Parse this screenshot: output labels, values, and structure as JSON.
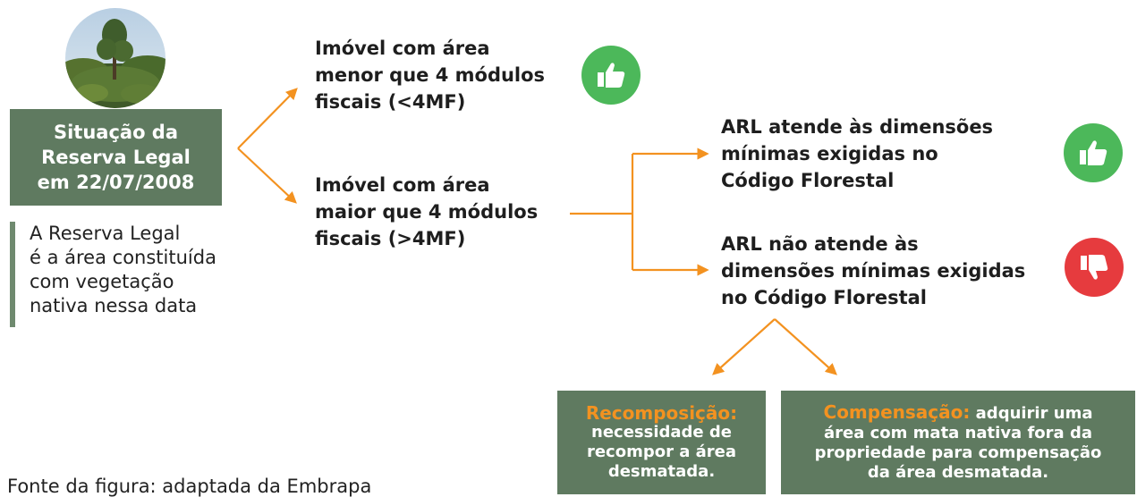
{
  "title_box": {
    "lines": [
      "Situação da",
      "Reserva Legal",
      "em 22/07/2008"
    ]
  },
  "note": {
    "lines": [
      "A Reserva Legal",
      "é a área constituída",
      "com vegetação",
      "nativa nessa data"
    ]
  },
  "branch_small": {
    "lines": [
      "Imóvel com área",
      "menor que 4 módulos",
      "fiscais (<4MF)"
    ]
  },
  "branch_large": {
    "lines": [
      "Imóvel com área",
      "maior que 4 módulos",
      "fiscais (>4MF)"
    ]
  },
  "arl_ok": {
    "lines": [
      "ARL atende às dimensões",
      "mínimas exigidas no",
      "Código Florestal"
    ]
  },
  "arl_not_ok": {
    "lines": [
      "ARL não atende às",
      "dimensões mínimas exigidas",
      "no Código Florestal"
    ]
  },
  "recomposicao": {
    "term": "Recomposição:",
    "lines": [
      "necessidade de",
      "recompor a área",
      "desmatada."
    ]
  },
  "compensacao": {
    "term": "Compensação:",
    "first": " adquirir uma",
    "lines": [
      "área com mata nativa fora da",
      "propriedade para compensação",
      "da área desmatada."
    ]
  },
  "source": "Fonte da figura: adaptada da Embrapa",
  "icons": {
    "small_property": "thumbs-up-icon",
    "arl_ok": "thumbs-up-icon",
    "arl_not_ok": "thumbs-down-icon",
    "photo": "forest-photo"
  },
  "colors": {
    "green_box": "#5f7a60",
    "arrow": "#f39220",
    "thumbs_up": "#4cb85a",
    "thumbs_down": "#e63b3e",
    "term": "#f39220"
  }
}
